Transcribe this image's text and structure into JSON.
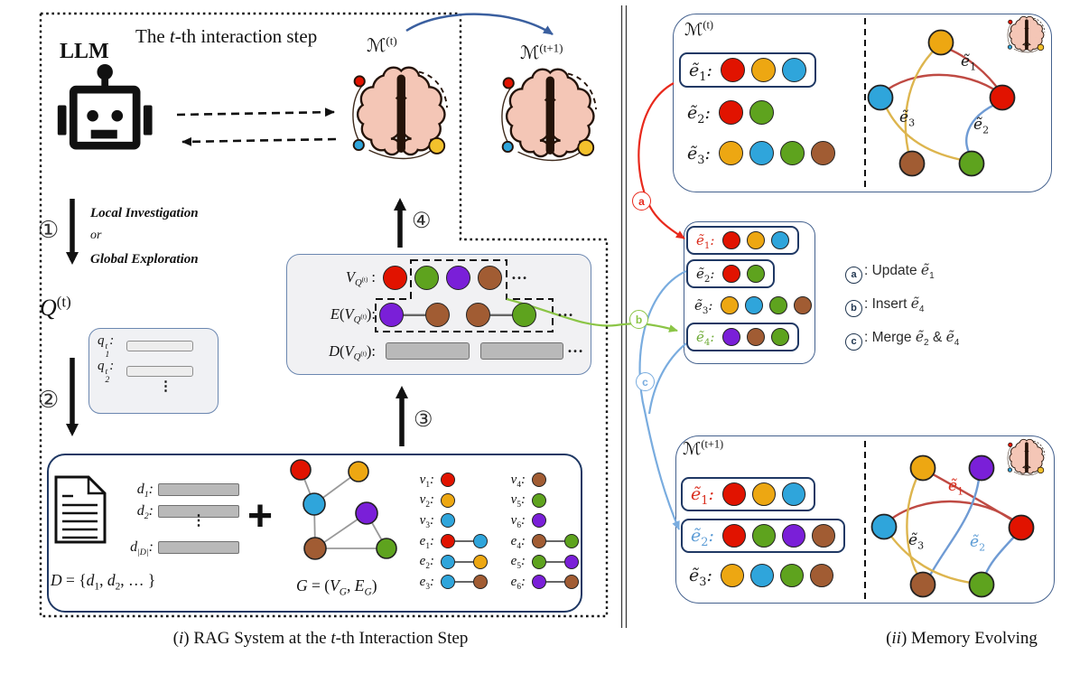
{
  "palette": {
    "red": "#e11300",
    "orange": "#eda712",
    "blue": "#2fa5db",
    "green": "#5ea31e",
    "purple": "#7a1fd8",
    "brown": "#a15c33",
    "edge_red": "#bf4a43",
    "edge_yellow": "#ddb54e",
    "edge_blue": "#6f9bd4",
    "connector_red": "#e8291c",
    "connector_green": "#8bc546",
    "connector_blue": "#79acdf",
    "arrow_navy": "#3a5f9f",
    "label_red": "#d92b1b",
    "label_green": "#6fab38",
    "label_blue": "#5b9bd5",
    "label_black": "#1a1a1a"
  },
  "figure": {
    "caption_left": [
      [
        "n",
        "("
      ],
      [
        "i",
        "i"
      ],
      [
        "n",
        ") RAG System at the "
      ],
      [
        "i",
        "t"
      ],
      [
        "n",
        "-th Interaction Step"
      ]
    ],
    "caption_right": [
      [
        "n",
        "("
      ],
      [
        "i",
        "ii"
      ],
      [
        "n",
        ") Memory Evolving"
      ]
    ]
  },
  "left_panel": {
    "title": [
      [
        "n",
        "The "
      ],
      [
        "i",
        "t"
      ],
      [
        "n",
        "-th interaction step"
      ]
    ],
    "llm": "LLM",
    "memory_t_label": [
      [
        "scr",
        "ℳ"
      ],
      [
        "sup",
        "(t)"
      ]
    ],
    "memory_t1_label": [
      [
        "scr",
        "ℳ"
      ],
      [
        "sup",
        "(t+1)"
      ]
    ],
    "step1_num": "①",
    "step2_num": "②",
    "step3_num": "③",
    "step4_num": "④",
    "step1_lines": {
      "l1": "Local Investigation",
      "l2": "or",
      "l3": "Global Exploration"
    },
    "query_label": [
      [
        "i",
        "Q"
      ],
      [
        "sup",
        "(t)"
      ]
    ],
    "query_rows": [
      {
        "base": "q",
        "sub": "1",
        "sup": "t"
      },
      {
        "base": "q",
        "sub": "2",
        "sup": "t"
      }
    ],
    "vdots": "⋮",
    "retrieval": {
      "row1_label": [
        [
          "i",
          "V"
        ],
        [
          "qsub",
          "Q",
          "(t)"
        ],
        [
          "n",
          " :"
        ]
      ],
      "row2_label": [
        [
          "i",
          "E"
        ],
        [
          "n",
          "("
        ],
        [
          "i",
          "V"
        ],
        [
          "qsub",
          "Q",
          "(t)"
        ],
        [
          "n",
          "):"
        ]
      ],
      "row3_label": [
        [
          "i",
          "D"
        ],
        [
          "n",
          "("
        ],
        [
          "i",
          "V"
        ],
        [
          "qsub",
          "Q",
          "(t)"
        ],
        [
          "n",
          "):"
        ]
      ],
      "row1_dots": [
        "red",
        "green",
        "purple",
        "brown"
      ],
      "row2_pairs": [
        [
          "purple",
          "brown"
        ],
        [
          "brown",
          "green"
        ]
      ],
      "ellipsis": "…"
    },
    "docs": {
      "rows": [
        {
          "base": "d",
          "sub": "1"
        },
        {
          "base": "d",
          "sub": "2"
        },
        {
          "base": "d",
          "sub": "|D|"
        }
      ],
      "set_formula": [
        [
          "i",
          "D"
        ],
        [
          "n",
          " = {"
        ],
        [
          "i",
          "d"
        ],
        [
          "sub",
          "1"
        ],
        [
          "n",
          ", "
        ],
        [
          "i",
          "d"
        ],
        [
          "sub",
          "2"
        ],
        [
          "n",
          ", … }"
        ]
      ]
    },
    "plus": "+",
    "graph": {
      "formula": [
        [
          "i",
          "G"
        ],
        [
          "n",
          " = ("
        ],
        [
          "i",
          "V"
        ],
        [
          "sub-i",
          "G"
        ],
        [
          "n",
          ", "
        ],
        [
          "i",
          "E"
        ],
        [
          "sub-i",
          "G"
        ],
        [
          "n",
          ")"
        ]
      ]
    },
    "vertex_cols": [
      [
        {
          "base": "v",
          "sub": "1",
          "dot": "red"
        },
        {
          "base": "v",
          "sub": "2",
          "dot": "orange"
        },
        {
          "base": "v",
          "sub": "3",
          "dot": "blue"
        },
        {
          "base": "e",
          "sub": "1",
          "pair": [
            "red",
            "blue"
          ]
        },
        {
          "base": "e",
          "sub": "2",
          "pair": [
            "blue",
            "orange"
          ]
        },
        {
          "base": "e",
          "sub": "3",
          "pair": [
            "blue",
            "brown"
          ]
        }
      ],
      [
        {
          "base": "v",
          "sub": "4",
          "dot": "brown"
        },
        {
          "base": "v",
          "sub": "5",
          "dot": "green"
        },
        {
          "base": "v",
          "sub": "6",
          "dot": "purple"
        },
        {
          "base": "e",
          "sub": "4",
          "pair": [
            "brown",
            "green"
          ]
        },
        {
          "base": "e",
          "sub": "5",
          "pair": [
            "green",
            "purple"
          ]
        },
        {
          "base": "e",
          "sub": "6",
          "pair": [
            "purple",
            "brown"
          ]
        }
      ]
    ]
  },
  "right_panel": {
    "memory_t": {
      "label": [
        [
          "scr",
          "ℳ"
        ],
        [
          "sup",
          "(t)"
        ]
      ],
      "entries": [
        {
          "label_base": "ẽ",
          "label_sub": "1",
          "label_color": "#1a1a1a",
          "boxed": true,
          "dots": [
            "red",
            "orange",
            "blue"
          ]
        },
        {
          "label_base": "ẽ",
          "label_sub": "2",
          "label_color": "#1a1a1a",
          "boxed": false,
          "dots": [
            "red",
            "green"
          ]
        },
        {
          "label_base": "ẽ",
          "label_sub": "3",
          "label_color": "#1a1a1a",
          "boxed": false,
          "dots": [
            "orange",
            "blue",
            "green",
            "brown"
          ]
        }
      ]
    },
    "staging": {
      "entries": [
        {
          "label_base": "ẽ",
          "label_sub": "1",
          "label_color": "#d92b1b",
          "boxed": true,
          "dots": [
            "red",
            "orange",
            "blue"
          ]
        },
        {
          "label_base": "ẽ",
          "label_sub": "2",
          "label_color": "#1a1a1a",
          "boxed": true,
          "dots": [
            "red",
            "green"
          ]
        },
        {
          "label_base": "ẽ",
          "label_sub": "3",
          "label_color": "#1a1a1a",
          "boxed": false,
          "dots": [
            "orange",
            "blue",
            "green",
            "brown"
          ]
        },
        {
          "label_base": "ẽ",
          "label_sub": "4",
          "label_color": "#6fab38",
          "boxed": true,
          "dots": [
            "purple",
            "brown",
            "green"
          ]
        }
      ]
    },
    "memory_t1": {
      "label": [
        [
          "scr",
          "ℳ"
        ],
        [
          "sup",
          "(t+1)"
        ]
      ],
      "entries": [
        {
          "label_base": "ẽ",
          "label_sub": "1",
          "label_color": "#d92b1b",
          "boxed": true,
          "dots": [
            "red",
            "orange",
            "blue"
          ]
        },
        {
          "label_base": "ẽ",
          "label_sub": "2",
          "label_color": "#5b9bd5",
          "boxed": true,
          "dots": [
            "red",
            "green",
            "purple",
            "brown"
          ]
        },
        {
          "label_base": "ẽ",
          "label_sub": "3",
          "label_color": "#1a1a1a",
          "boxed": false,
          "dots": [
            "orange",
            "blue",
            "green",
            "brown"
          ]
        }
      ]
    },
    "legend": [
      [
        [
          "clet",
          "a"
        ],
        [
          "n",
          ": Update "
        ],
        [
          "i",
          "ẽ"
        ],
        [
          "sub",
          "1"
        ]
      ],
      [
        [
          "clet",
          "b"
        ],
        [
          "n",
          ": Insert "
        ],
        [
          "i",
          "ẽ"
        ],
        [
          "sub",
          "4"
        ]
      ],
      [
        [
          "clet",
          "c"
        ],
        [
          "n",
          ": Merge "
        ],
        [
          "i",
          "ẽ"
        ],
        [
          "sub",
          "2"
        ],
        [
          "n",
          " & "
        ],
        [
          "i",
          "ẽ"
        ],
        [
          "sub",
          "4"
        ]
      ]
    ],
    "connector_a": "a",
    "connector_b": "b",
    "connector_c": "c",
    "graph_t_labels": {
      "e1": {
        "rich": [
          [
            "i",
            "ẽ"
          ],
          [
            "sub",
            "1"
          ]
        ],
        "color": "#1a1a1a"
      },
      "e2": {
        "rich": [
          [
            "i",
            "ẽ"
          ],
          [
            "sub",
            "2"
          ]
        ],
        "color": "#1a1a1a"
      },
      "e3": {
        "rich": [
          [
            "i",
            "ẽ"
          ],
          [
            "sub",
            "3"
          ]
        ],
        "color": "#1a1a1a"
      }
    },
    "graph_t1_labels": {
      "e1": {
        "rich": [
          [
            "i",
            "ẽ"
          ],
          [
            "sub",
            "1"
          ]
        ],
        "color": "#d92b1b"
      },
      "e2": {
        "rich": [
          [
            "i",
            "ẽ"
          ],
          [
            "sub",
            "2"
          ]
        ],
        "color": "#5b9bd5"
      },
      "e3": {
        "rich": [
          [
            "i",
            "ẽ"
          ],
          [
            "sub",
            "3"
          ]
        ],
        "color": "#1a1a1a"
      }
    }
  }
}
